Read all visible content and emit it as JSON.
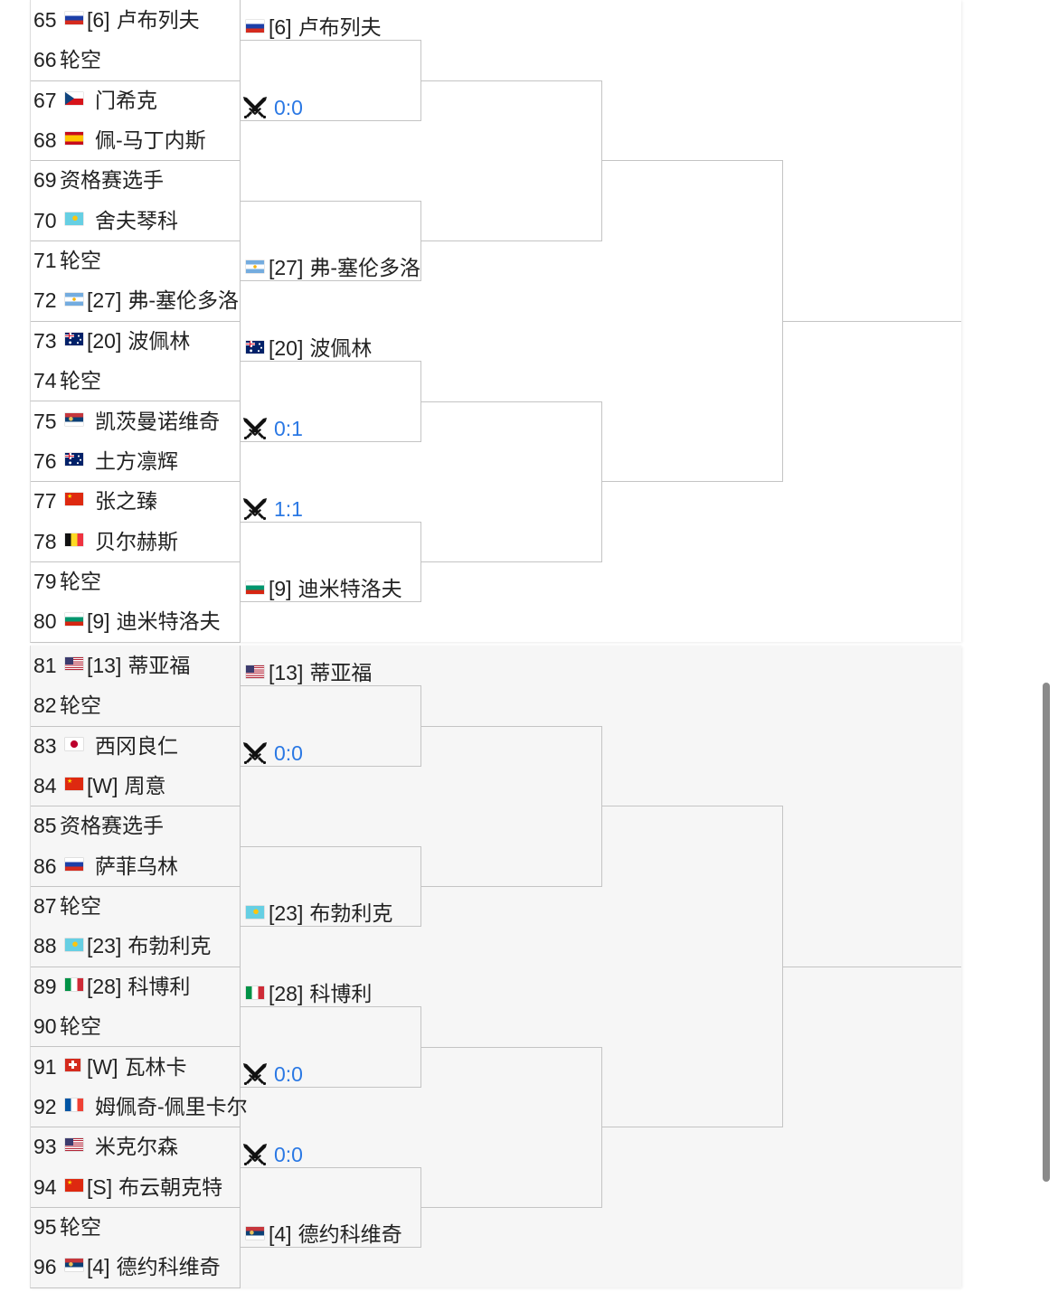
{
  "colors": {
    "text": "#222222",
    "score": "#2a78e4",
    "line": "#c4c4c4",
    "section_top_bg": "#ffffff",
    "section_bottom_bg": "#f6f6f6"
  },
  "sections": [
    {
      "rows": [
        {
          "num": "65",
          "flag": "russia-flag",
          "seed": "[6]",
          "name": "卢布列夫"
        },
        {
          "num": "66",
          "name": "轮空"
        },
        {
          "num": "67",
          "flag": "czech-flag",
          "name": "门希克"
        },
        {
          "num": "68",
          "flag": "spain-flag",
          "name": "佩-马丁内斯"
        },
        {
          "num": "69",
          "name": "资格赛选手"
        },
        {
          "num": "70",
          "flag": "kazakhstan-flag",
          "name": "舍夫琴科"
        },
        {
          "num": "71",
          "name": "轮空"
        },
        {
          "num": "72",
          "flag": "argentina-flag",
          "seed": "[27]",
          "name": "弗-塞伦多洛"
        },
        {
          "num": "73",
          "flag": "australia-flag",
          "seed": "[20]",
          "name": "波佩林"
        },
        {
          "num": "74",
          "name": "轮空"
        },
        {
          "num": "75",
          "flag": "serbia-flag",
          "name": "凯茨曼诺维奇"
        },
        {
          "num": "76",
          "flag": "australia-flag",
          "name": "土方凛辉"
        },
        {
          "num": "77",
          "flag": "china-flag",
          "name": "张之臻"
        },
        {
          "num": "78",
          "flag": "belgium-flag",
          "name": "贝尔赫斯"
        },
        {
          "num": "79",
          "name": "轮空"
        },
        {
          "num": "80",
          "flag": "bulgaria-flag",
          "seed": "[9]",
          "name": "迪米特洛夫"
        }
      ],
      "round2": [
        {
          "slots": [
            {
              "flag": "russia-flag",
              "seed": "[6]",
              "name": "卢布列夫"
            },
            {
              "icon": "crossed-swords-icon",
              "score": "0:0"
            }
          ]
        },
        {
          "slots": [
            {},
            {
              "flag": "argentina-flag",
              "seed": "[27]",
              "name": "弗-塞伦多洛"
            }
          ]
        },
        {
          "slots": [
            {
              "flag": "australia-flag",
              "seed": "[20]",
              "name": "波佩林"
            },
            {
              "icon": "crossed-swords-icon",
              "score": "0:1"
            }
          ]
        },
        {
          "slots": [
            {
              "icon": "crossed-swords-icon",
              "score": "1:1"
            },
            {
              "flag": "bulgaria-flag",
              "seed": "[9]",
              "name": "迪米特洛夫"
            }
          ]
        }
      ]
    },
    {
      "rows": [
        {
          "num": "81",
          "flag": "usa-flag",
          "seed": "[13]",
          "name": "蒂亚福"
        },
        {
          "num": "82",
          "name": "轮空"
        },
        {
          "num": "83",
          "flag": "japan-flag",
          "name": "西冈良仁"
        },
        {
          "num": "84",
          "flag": "china-flag",
          "seed": "[W]",
          "name": "周意"
        },
        {
          "num": "85",
          "name": "资格赛选手"
        },
        {
          "num": "86",
          "flag": "russia-flag",
          "name": "萨菲乌林"
        },
        {
          "num": "87",
          "name": "轮空"
        },
        {
          "num": "88",
          "flag": "kazakhstan-flag",
          "seed": "[23]",
          "name": "布勃利克"
        },
        {
          "num": "89",
          "flag": "italy-flag",
          "seed": "[28]",
          "name": "科博利"
        },
        {
          "num": "90",
          "name": "轮空"
        },
        {
          "num": "91",
          "flag": "switzerland-flag",
          "seed": "[W]",
          "name": "瓦林卡"
        },
        {
          "num": "92",
          "flag": "france-flag",
          "name": "姆佩奇-佩里卡尔"
        },
        {
          "num": "93",
          "flag": "usa-flag",
          "name": "米克尔森"
        },
        {
          "num": "94",
          "flag": "china-flag",
          "seed": "[S]",
          "name": "布云朝克特"
        },
        {
          "num": "95",
          "name": "轮空"
        },
        {
          "num": "96",
          "flag": "serbia-flag",
          "seed": "[4]",
          "name": "德约科维奇"
        }
      ],
      "round2": [
        {
          "slots": [
            {
              "flag": "usa-flag",
              "seed": "[13]",
              "name": "蒂亚福"
            },
            {
              "icon": "crossed-swords-icon",
              "score": "0:0"
            }
          ]
        },
        {
          "slots": [
            {},
            {
              "flag": "kazakhstan-flag",
              "seed": "[23]",
              "name": "布勃利克"
            }
          ]
        },
        {
          "slots": [
            {
              "flag": "italy-flag",
              "seed": "[28]",
              "name": "科博利"
            },
            {
              "icon": "crossed-swords-icon",
              "score": "0:0"
            }
          ]
        },
        {
          "slots": [
            {
              "icon": "crossed-swords-icon",
              "score": "0:0"
            },
            {
              "flag": "serbia-flag",
              "seed": "[4]",
              "name": "德约科维奇"
            }
          ]
        }
      ]
    }
  ]
}
